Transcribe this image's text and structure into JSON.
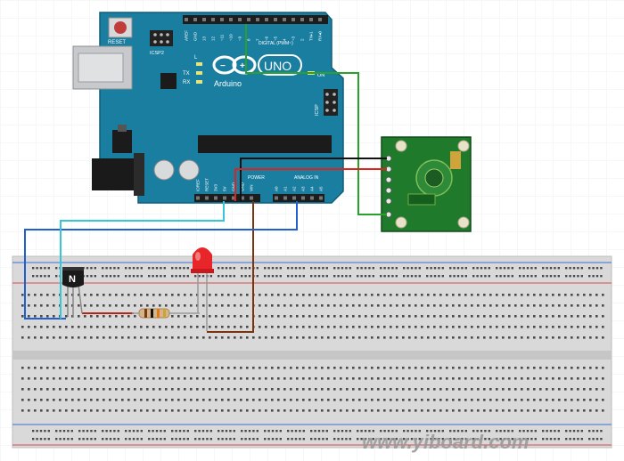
{
  "arduino": {
    "reset_label": "RESET",
    "icsp2_label": "ICSP2",
    "icsp_label": "ICSP",
    "tx_label": "TX",
    "rx_label": "RX",
    "l_label": "L",
    "on_label": "ON",
    "brand_badge": "UNO",
    "brand_name": "Arduino",
    "digital_header": "DIGITAL (PWM~)",
    "power_header": "POWER",
    "analog_header": "ANALOG IN",
    "digital_pins": [
      "AREF",
      "GND",
      "13",
      "12",
      "~11",
      "~10",
      "~9",
      "8",
      "7",
      "~6",
      "~5",
      "4",
      "~3",
      "2",
      "TX▸1",
      "RX◂0"
    ],
    "power_pins": [
      "IOREF",
      "RESET",
      "3V3",
      "5V",
      "GND",
      "GND",
      "VIN"
    ],
    "analog_pins": [
      "A0",
      "A1",
      "A2",
      "A3",
      "A4",
      "A5"
    ],
    "board_color": "#1a7ea0"
  },
  "transistor": {
    "marking": "N"
  },
  "led": {
    "color": "#e8262a"
  },
  "watermark": {
    "text": "www.yiboard.com"
  },
  "wire_colors": {
    "green": "#2aa12a",
    "red": "#e0221f",
    "black": "#111111",
    "blue": "#1f5fd0",
    "cyan": "#37c6d6",
    "brown": "#7a3210"
  }
}
